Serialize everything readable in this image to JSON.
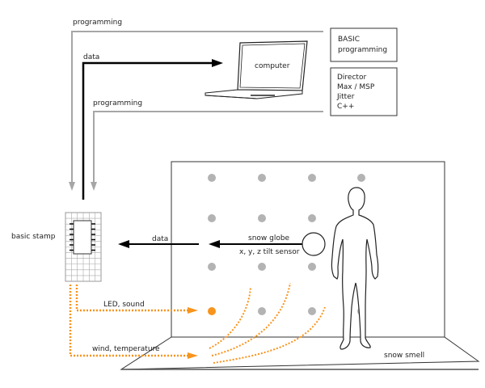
{
  "labels": {
    "programming_top": "programming",
    "data_to_computer": "data",
    "programming_inner": "programming",
    "computer": "computer",
    "basic_stamp": "basic stamp",
    "data_to_stamp": "data",
    "snow_globe": "snow globe",
    "tilt_sensor": "x, y, z tilt sensor",
    "led_sound": "LED, sound",
    "wind_temperature": "wind, temperature",
    "snow_smell": "snow smell"
  },
  "boxes": {
    "basic_box": [
      "BASIC",
      "programming"
    ],
    "software_box": [
      "Director",
      "Max / MSP",
      "Jitter",
      "C++"
    ]
  },
  "colors": {
    "gray_line": "#a6a6a6",
    "black_line": "#000000",
    "orange": "#f7941d",
    "dot_gray": "#b3b3b3",
    "outline": "#333333"
  }
}
